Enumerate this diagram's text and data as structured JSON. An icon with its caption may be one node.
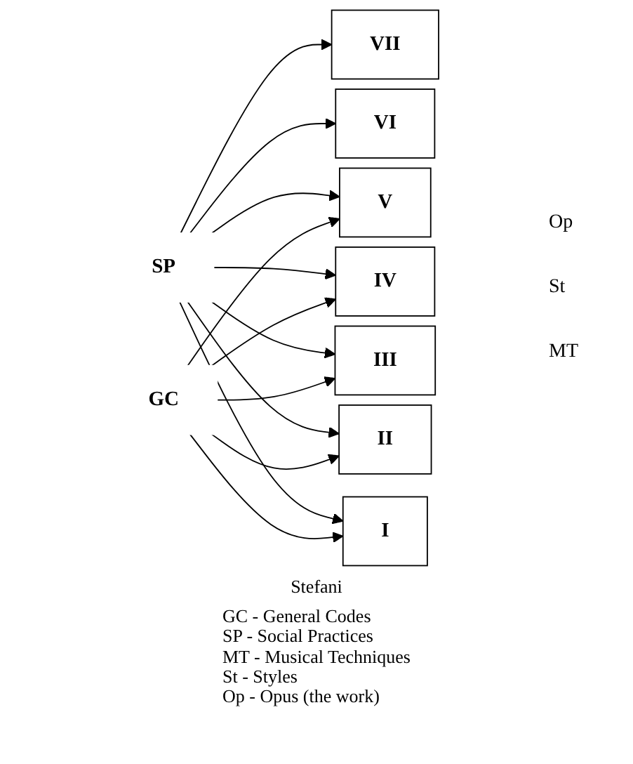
{
  "diagram": {
    "nodes": [
      {
        "text": [
          "SP"
        ]
      },
      {
        "text": [
          "GC"
        ]
      },
      {
        "text": [
          "VII"
        ]
      },
      {
        "text": [
          "VI"
        ]
      },
      {
        "text": [
          "V"
        ]
      },
      {
        "text": [
          "IV"
        ]
      },
      {
        "text": [
          "III"
        ]
      },
      {
        "text": [
          "II"
        ]
      },
      {
        "text": [
          "I"
        ]
      }
    ],
    "edges": [
      {
        "from": 0,
        "to": 2,
        "arrow": "to"
      },
      {
        "from": 0,
        "to": 3,
        "arrow": "to"
      },
      {
        "from": 0,
        "to": 4,
        "arrow": "to"
      },
      {
        "from": 0,
        "to": 5,
        "arrow": "to"
      },
      {
        "from": 0,
        "to": 6,
        "arrow": "to"
      },
      {
        "from": 0,
        "to": 7,
        "arrow": "to"
      },
      {
        "from": 0,
        "to": 8,
        "arrow": "to"
      },
      {
        "from": 1,
        "to": 4,
        "arrow": "to"
      },
      {
        "from": 1,
        "to": 5,
        "arrow": "to"
      },
      {
        "from": 1,
        "to": 6,
        "arrow": "to"
      },
      {
        "from": 1,
        "to": 7,
        "arrow": "to"
      },
      {
        "from": 1,
        "to": 8,
        "arrow": "to"
      }
    ],
    "labels": [
      "Op",
      "St",
      "MT",
      "Stefani",
      "GC - General Codes",
      "SP - Social Practices",
      "MT - Musical Techniques",
      "St - Styles",
      "Op - Opus (the work)"
    ]
  }
}
